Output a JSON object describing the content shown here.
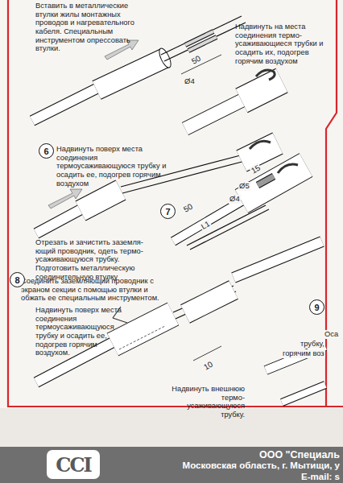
{
  "diagram": {
    "nodes": [
      {
        "text": [
          "6"
        ]
      },
      {
        "text": [
          "7"
        ]
      },
      {
        "text": [
          "8"
        ]
      },
      {
        "text": [
          "9"
        ]
      },
      {
        "text": [
          "ООО \"Специаль",
          "Московская область, г. Мытищи, у",
          "E-mail: s"
        ]
      },
      {
        "text": [
          "ССI"
        ],
        "in": 4
      }
    ],
    "edges": [],
    "labels": [
      "Вставить в металлические втулки жилы монтажных проводов и нагревательного кабеля. Специальным инструментом опрессовать втулки.",
      "50",
      "Ø4",
      "Надвинуть на места соединения термо-усаживающиеся трубки и осадить их, подогрев горячим воздухом",
      "Надвинуть поверх места соединения термоусаживающуюся трубку и осадить ее, подогрев горячим воздухом",
      "15",
      "Ø5",
      "Ø4",
      "50",
      "L1",
      "Отрезать и зачистить заземля-ющий проводник, одеть термо-усаживающуюся трубку. Подготовить металлическую соединительную втулку",
      "Соединить заземляющий проводник с экраном секции с помощью втулки и обжать ее специальным инструментом.",
      "Надвинуть поверх места соединения термоусаживающуюся трубку и осадить ее, подогрев горячим воздухом.",
      "10",
      "Надвинуть внешнюю термо-усаживающуюся трубку.",
      "Оса",
      "трубку,",
      "горячим воз"
    ]
  }
}
